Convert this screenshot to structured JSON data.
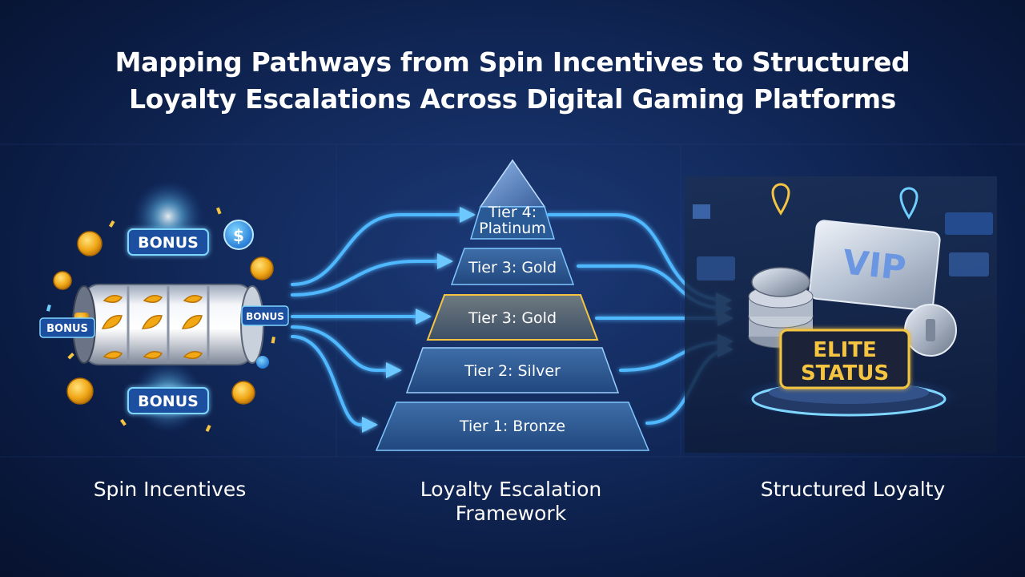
{
  "title": {
    "line1": "Mapping Pathways from Spin Incentives to Structured",
    "line2": "Loyalty Escalations Across Digital Gaming Platforms"
  },
  "columns": {
    "left": "Spin Incentives",
    "middle_line1": "Loyalty Escalation",
    "middle_line2": "Framework",
    "right": "Structured Loyalty"
  },
  "slot": {
    "badge_top": "BONUS",
    "badge_left": "BONUS",
    "badge_right": "BONUS",
    "badge_bottom": "BONUS",
    "coin_symbol": "$"
  },
  "pyramid": {
    "tier4_line1": "Tier 4:",
    "tier4_line2": "Platinum",
    "tier3a": "Tier 3: Gold",
    "tier3b": "Tier 3: Gold",
    "tier2": "Tier 2: Silver",
    "tier1": "Tier 1: Bronze"
  },
  "reward": {
    "vip": "VIP",
    "elite_line1": "ELITE",
    "elite_line2": "STATUS"
  },
  "colors": {
    "arrow": "#4fb8ff",
    "gold": "#f5c542",
    "background": "#122a5c"
  }
}
